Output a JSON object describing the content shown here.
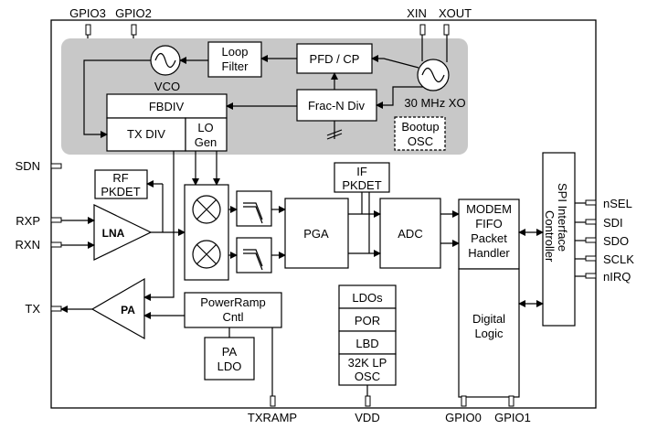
{
  "pins": {
    "gpio3": "GPIO3",
    "gpio2": "GPIO2",
    "xin": "XIN",
    "xout": "XOUT",
    "sdn": "SDN",
    "rxp": "RXP",
    "rxn": "RXN",
    "tx": "TX",
    "nsel": "nSEL",
    "sdi": "SDI",
    "sdo": "SDO",
    "sclk": "SCLK",
    "nirq": "nIRQ",
    "txramp": "TXRAMP",
    "vdd": "VDD",
    "gpio0": "GPIO0",
    "gpio1": "GPIO1"
  },
  "blocks": {
    "loop_filter": [
      "Loop",
      "Filter"
    ],
    "pfd_cp": "PFD / CP",
    "vco": "VCO",
    "xo": "30 MHz XO",
    "fbdiv": "FBDIV",
    "frac_n": "Frac-N Div",
    "tx_div": "TX DIV",
    "lo_gen": [
      "LO",
      "Gen"
    ],
    "bootup_osc": [
      "Bootup",
      "OSC"
    ],
    "rf_pkdet": [
      "RF",
      "PKDET"
    ],
    "if_pkdet": [
      "IF",
      "PKDET"
    ],
    "lna": "LNA",
    "pa": "PA",
    "pga": "PGA",
    "adc": "ADC",
    "modem": [
      "MODEM",
      "FIFO",
      "Packet",
      "Handler"
    ],
    "digital_logic": [
      "Digital",
      "Logic"
    ],
    "spi": [
      "SPI Interface",
      "Controller"
    ],
    "power_ramp": [
      "PowerRamp",
      "Cntl"
    ],
    "pa_ldo": [
      "PA",
      "LDO"
    ],
    "ldos": "LDOs",
    "por": "POR",
    "lbd": "LBD",
    "lp_osc": [
      "32K LP",
      "OSC"
    ]
  },
  "colors": {
    "synth_bg": "#c8c8c8",
    "line": "#000000",
    "box": "#ffffff"
  }
}
